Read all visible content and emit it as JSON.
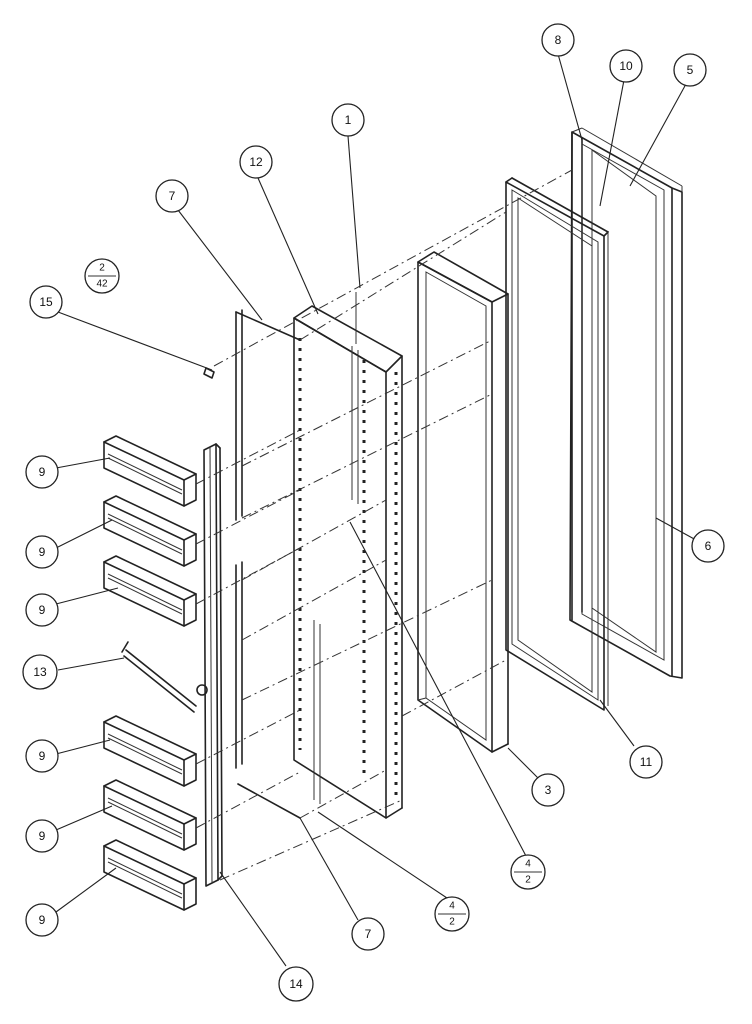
{
  "callouts": {
    "c1": "1",
    "c2_num": "2",
    "c2_den": "42",
    "c3": "3",
    "c4a_num": "4",
    "c4a_den": "2",
    "c4b_num": "4",
    "c4b_den": "2",
    "c5": "5",
    "c6": "6",
    "c7a": "7",
    "c7b": "7",
    "c8": "8",
    "c9a": "9",
    "c9b": "9",
    "c9c": "9",
    "c9d": "9",
    "c9e": "9",
    "c9f": "9",
    "c10": "10",
    "c11": "11",
    "c12": "12",
    "c13": "13",
    "c14": "14",
    "c15": "15"
  }
}
